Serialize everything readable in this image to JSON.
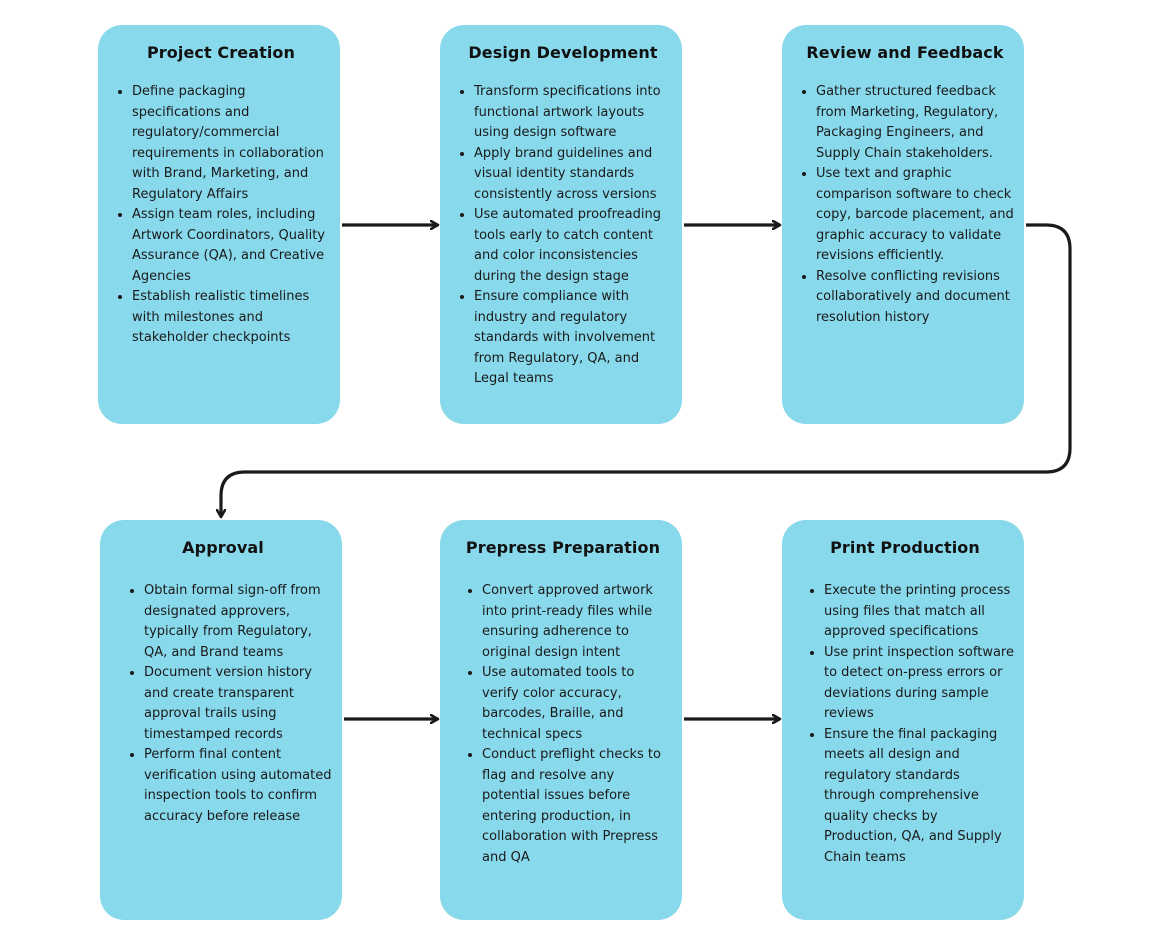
{
  "steps": [
    {
      "title": "Project Creation",
      "bullets": [
        "Define packaging specifications and regulatory/commercial requirements in collaboration with Brand, Marketing, and Regulatory Affairs",
        "Assign team roles, including Artwork Coordinators, Quality Assurance (QA), and Creative Agencies",
        "Establish realistic timelines with milestones and stakeholder checkpoints"
      ]
    },
    {
      "title": "Design Development",
      "bullets": [
        "Transform specifications into functional artwork layouts using design software",
        "Apply brand guidelines and visual identity standards consistently across versions",
        "Use automated proofreading tools early to catch content and color inconsistencies during the design stage",
        "Ensure compliance with industry and regulatory standards with involvement from Regulatory, QA, and Legal teams"
      ]
    },
    {
      "title": "Review and Feedback",
      "bullets": [
        "Gather structured feedback from Marketing, Regulatory, Packaging Engineers, and Supply Chain stakeholders.",
        "Use text and graphic comparison software to check copy, barcode placement, and graphic accuracy to validate revisions efficiently.",
        "Resolve conflicting revisions collaboratively and document resolution history"
      ]
    },
    {
      "title": "Approval",
      "bullets": [
        "Obtain formal sign-off from designated approvers, typically from Regulatory, QA, and Brand teams",
        "Document version history and create transparent approval trails using timestamped records",
        "Perform final content verification using automated inspection tools to confirm accuracy before release"
      ]
    },
    {
      "title": "Prepress Preparation",
      "bullets": [
        "Convert approved artwork into print-ready files while ensuring adherence to original design intent",
        "Use automated tools to verify color accuracy, barcodes, Braille, and technical specs",
        "Conduct preflight checks to flag and resolve any potential issues before entering production, in collaboration with Prepress and QA"
      ]
    },
    {
      "title": "Print Production",
      "bullets": [
        "Execute the printing process using files that match all approved specifications",
        "Use print inspection software to detect on-press errors or deviations during sample reviews",
        "Ensure the final packaging meets all design and regulatory standards through comprehensive quality checks by Production, QA, and Supply Chain teams"
      ]
    }
  ],
  "colors": {
    "card": "#88d9ec",
    "arrow": "#1a1a1a",
    "background": "#ffffff"
  }
}
